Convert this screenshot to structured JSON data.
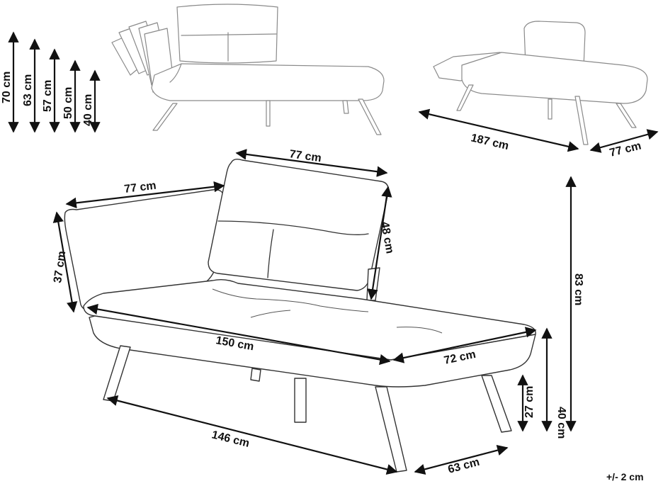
{
  "dimensions": {
    "height_70": "70 cm",
    "height_63": "63 cm",
    "height_57": "57 cm",
    "height_50": "50 cm",
    "height_40_small": "40 cm",
    "flat_length": "187 cm",
    "flat_depth": "77 cm",
    "backrest_width": "77 cm",
    "armrest_length": "77 cm",
    "backrest_height": "48 cm",
    "armrest_height": "37 cm",
    "seat_length": "150 cm",
    "seat_depth": "72 cm",
    "leg_span_length": "146 cm",
    "leg_span_depth": "63 cm",
    "seat_height": "40 cm",
    "under_clearance": "27 cm",
    "total_height": "83 cm"
  },
  "tolerance": "+/- 2 cm",
  "colors": {
    "outline_main": "#333333",
    "outline_sketch": "#8a8a8a",
    "dimension": "#111111"
  }
}
